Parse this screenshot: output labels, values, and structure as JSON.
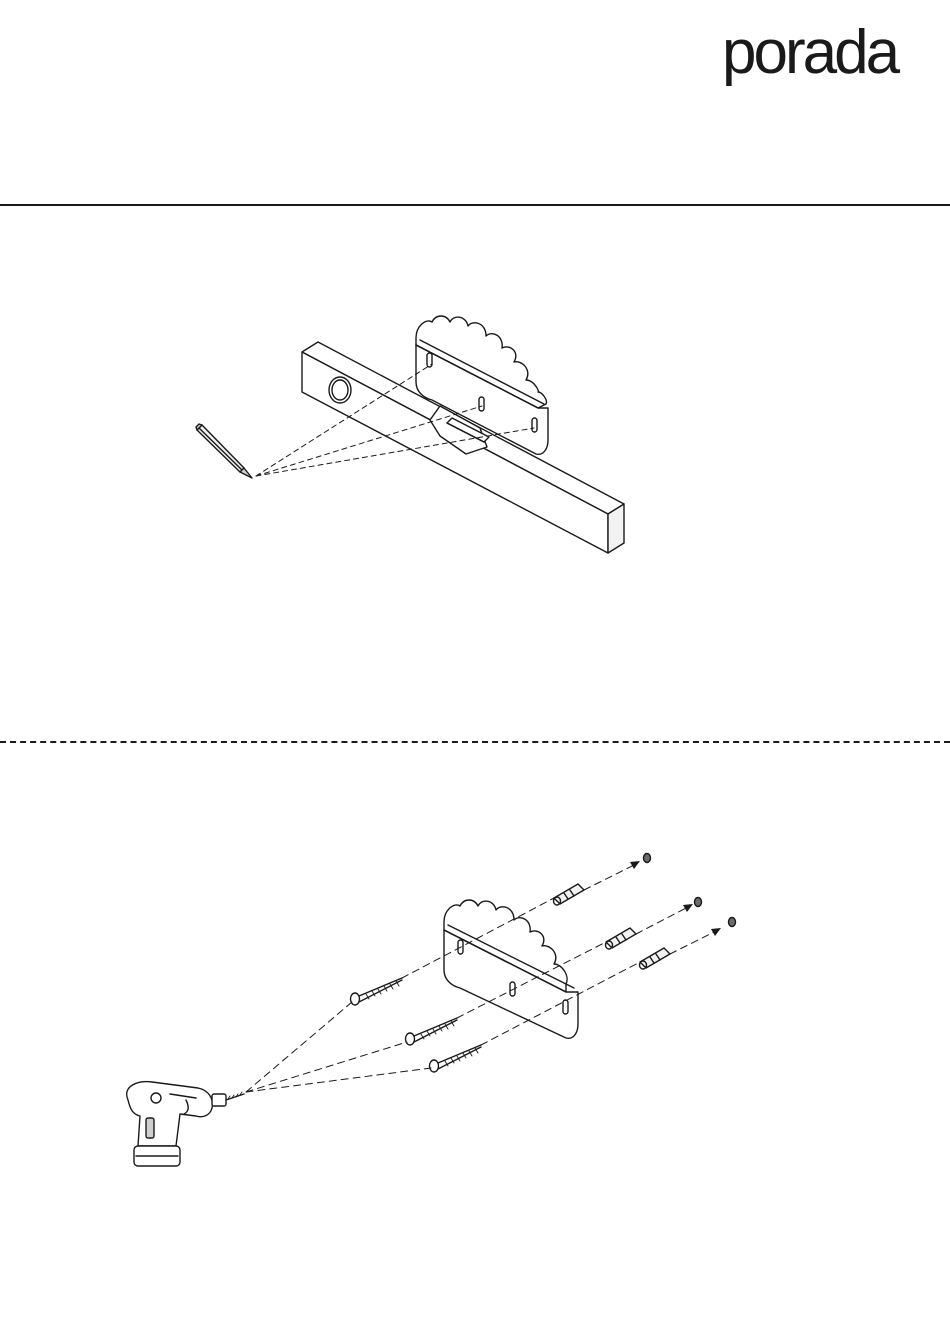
{
  "header": {
    "brand": "porada"
  },
  "steps": [
    {
      "id": "mark",
      "tool_icon": "pencil-icon",
      "part_icon": "bracket-icon"
    },
    {
      "id": "drill-and-fix",
      "tool_icon": "drill-icon",
      "screw_count": 3,
      "anchor_count": 3
    }
  ],
  "colors": {
    "ink": "#1a1a1a",
    "fill_light": "#f2f2f2",
    "fill_mid": "#cfcfcf",
    "pencil_body": "#f0f0f0"
  }
}
